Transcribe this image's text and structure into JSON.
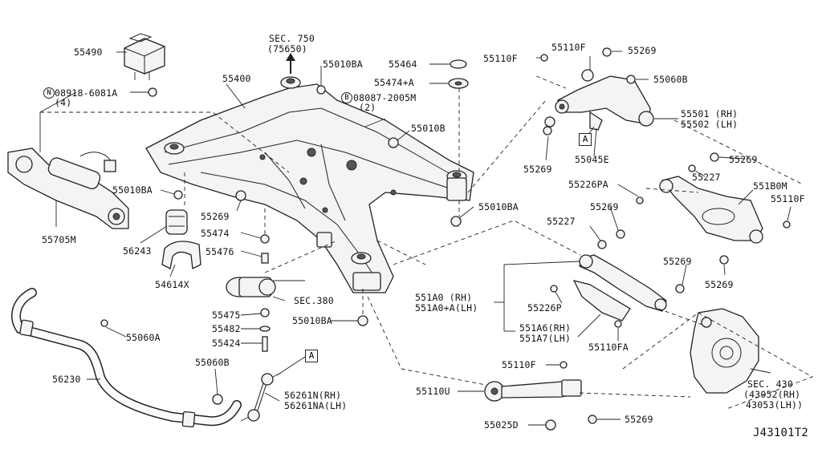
{
  "diagram_id": "J43101T2",
  "refs": {
    "sec750_a": "SEC. 750",
    "sec750_b": "(75650)",
    "sec380": "SEC.380",
    "sec430_a": "SEC. 430",
    "sec430_b": "(43052(RH)",
    "sec430_c": "43053(LH))",
    "marker_a1": "A",
    "marker_a2": "A",
    "n_symbol": "N",
    "b_symbol": "B"
  },
  "labels": {
    "p55490": "55490",
    "p08918": "08918-6081A",
    "p08918_qty": "(4)",
    "p55400": "55400",
    "p55010BA_1": "55010BA",
    "p08087": "08087-2005M",
    "p08087_qty": "(2)",
    "p55464": "55464",
    "p55474A": "55474+A",
    "p55010B": "55010B",
    "p55010BA_2": "55010BA",
    "p55010BA_3": "55010BA",
    "p55010BA_4": "55010BA",
    "p55269_1": "55269",
    "p55474": "55474",
    "p55476": "55476",
    "p55705M": "55705M",
    "p56243": "56243",
    "p54614X": "54614X",
    "p55060A": "55060A",
    "p55475": "55475",
    "p55482": "55482",
    "p55424": "55424",
    "p55060B_1": "55060B",
    "p56230": "56230",
    "p56261N": "56261N(RH)",
    "p56261NA": "56261NA(LH)",
    "p55110F_1": "55110F",
    "p55110F_2": "55110F",
    "p55269_2": "55269",
    "p55060B_2": "55060B",
    "p55501": "55501 (RH)",
    "p55502": "55502 (LH)",
    "p55045E": "55045E",
    "p55269_3": "55269",
    "p55269_4": "55269",
    "p55227_1": "55227",
    "p55226PA": "55226PA",
    "p551B0M": "551B0M",
    "p55110F_3": "55110F",
    "p55269_5": "55269",
    "p55227_2": "55227",
    "p55269_6": "55269",
    "p55269_7": "55269",
    "p551A0": "551A0 (RH)",
    "p551A0A": "551A0+A(LH)",
    "p55226P": "55226P",
    "p551A6": "551A6(RH)",
    "p551A7": "551A7(LH)",
    "p55110FA": "55110FA",
    "p55110F_4": "55110F",
    "p55110U": "55110U",
    "p55025D": "55025D",
    "p55269_8": "55269"
  }
}
